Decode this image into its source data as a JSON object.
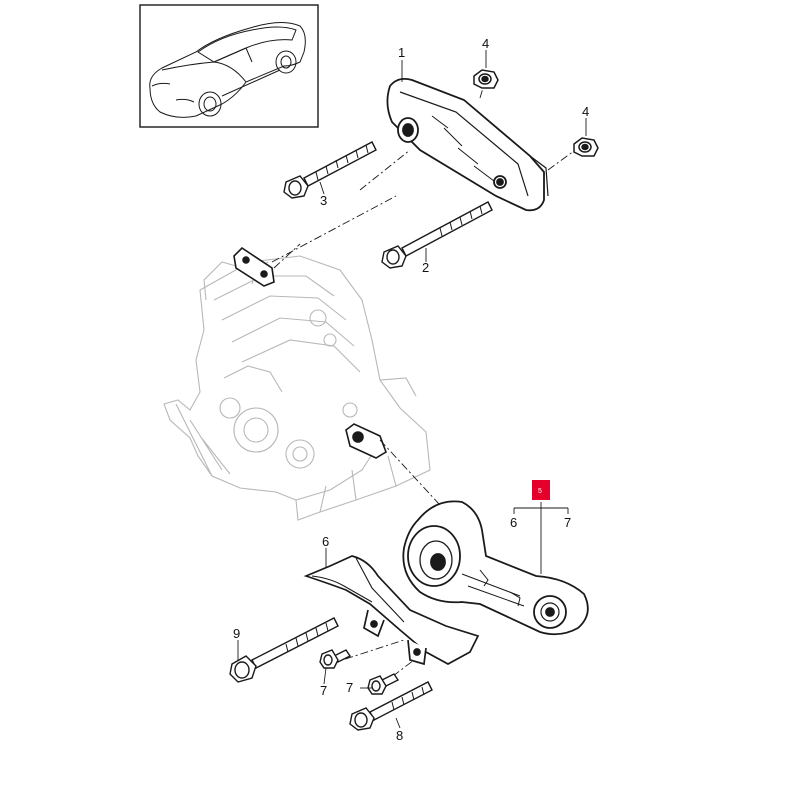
{
  "callouts": {
    "c1": "1",
    "c2": "2",
    "c3": "3",
    "c4a": "4",
    "c4b": "4",
    "c5": "5",
    "c6": "6",
    "c7a": "7",
    "c7b": "7",
    "c8": "8",
    "c9": "9",
    "group_left": "6",
    "group_right": "7"
  },
  "colors": {
    "line": "#1a1a1a",
    "faint": "#b8b8b8",
    "highlight": "#e4002b",
    "part_fill": "#ffffff"
  }
}
